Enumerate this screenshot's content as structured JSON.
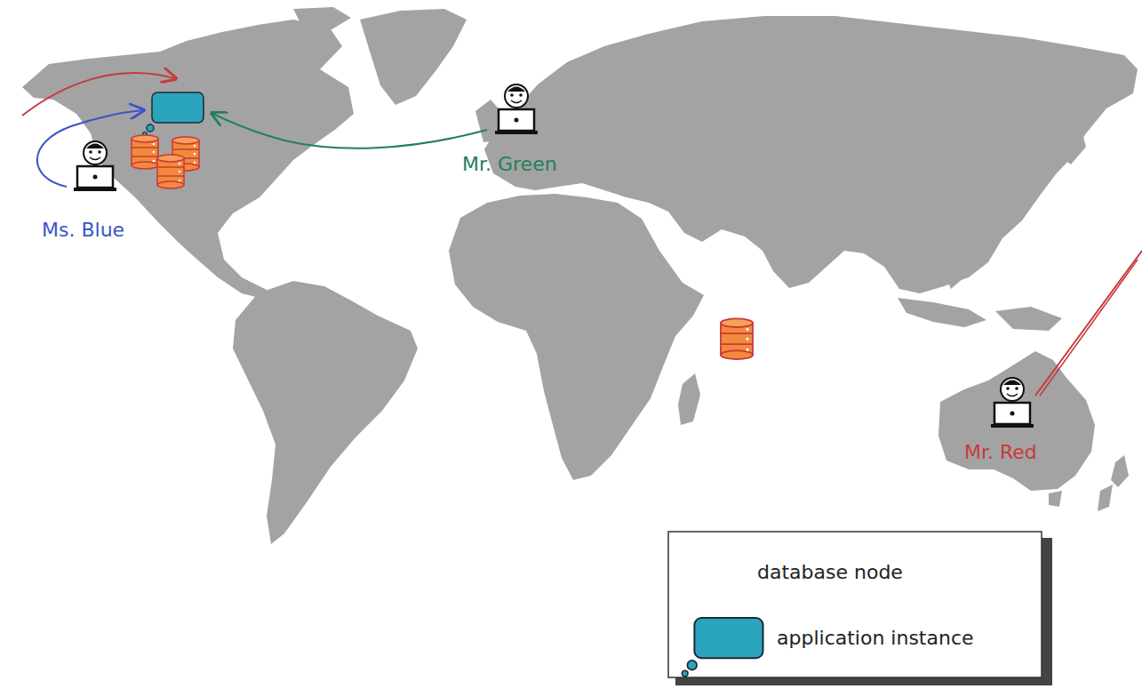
{
  "diagram": {
    "labels": [
      "Ms. Blue",
      "Mr. Green",
      "Mr. Red"
    ],
    "legend": [
      {
        "text": "database node"
      },
      {
        "text": "application instance"
      }
    ]
  }
}
